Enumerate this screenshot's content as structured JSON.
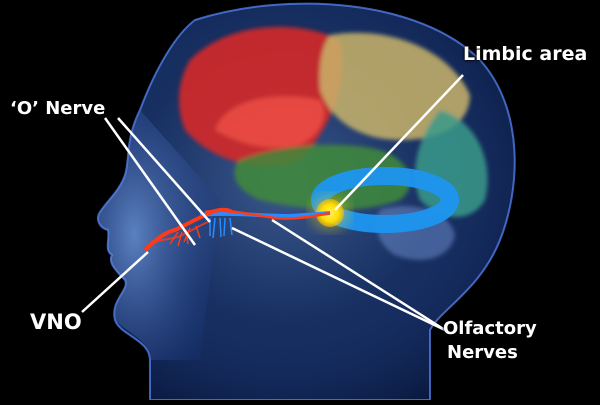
{
  "labels": {
    "limbic": "Limbic area",
    "o_nerve": "‘O’ Nerve",
    "vno": "VNO",
    "olfactory_line1": "Olfactory",
    "olfactory_line2": "Nerves"
  },
  "colors": {
    "background": "#000000",
    "head_glow": "#3a6fc8",
    "frontal_lobe": "#d42a2a",
    "parietal_lobe": "#c9b46a",
    "occipital_lobe": "#3a9a8a",
    "temporal_lobe": "#3f8a3a",
    "limbic_ring": "#1e96f0",
    "limbic_spot": "#ffe000",
    "nerve_red": "#ff3a1a",
    "nerve_blue": "#2a8aff",
    "leader_line": "#ffffff"
  }
}
